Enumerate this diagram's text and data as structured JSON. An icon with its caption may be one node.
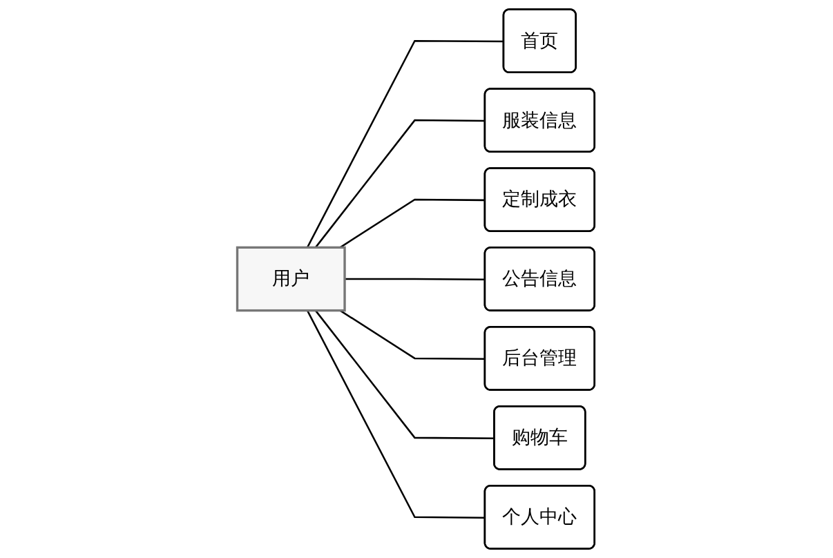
{
  "diagram": {
    "nodes": [
      {
        "text": [
          "用户"
        ]
      },
      {
        "text": [
          "首页"
        ]
      },
      {
        "text": [
          "服装信息"
        ]
      },
      {
        "text": [
          "定制成衣"
        ]
      },
      {
        "text": [
          "公告信息"
        ]
      },
      {
        "text": [
          "后台管理"
        ]
      },
      {
        "text": [
          "购物车"
        ]
      },
      {
        "text": [
          "个人中心"
        ]
      }
    ],
    "edges": [
      {
        "from": 0,
        "to": 1,
        "arrow": "none"
      },
      {
        "from": 0,
        "to": 2,
        "arrow": "none"
      },
      {
        "from": 0,
        "to": 3,
        "arrow": "none"
      },
      {
        "from": 0,
        "to": 4,
        "arrow": "none"
      },
      {
        "from": 0,
        "to": 5,
        "arrow": "none"
      },
      {
        "from": 0,
        "to": 6,
        "arrow": "none"
      },
      {
        "from": 0,
        "to": 7,
        "arrow": "none"
      }
    ]
  }
}
